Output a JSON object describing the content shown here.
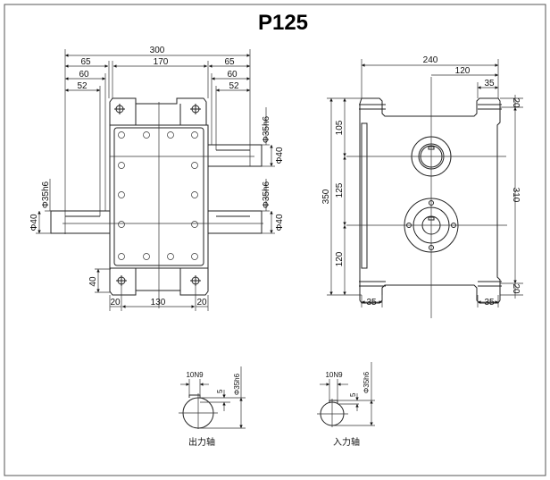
{
  "title": "P125",
  "front_view": {
    "dims": {
      "overall_width": "300",
      "left_overhang": "65",
      "body_width": "170",
      "right_overhang": "65",
      "left_60": "60",
      "right_60": "60",
      "left_52": "52",
      "right_52": "52",
      "upper_right_shaft_dia": "Φ35h6",
      "upper_right_shaft_collar": "Φ40",
      "left_shaft_dia": "Φ35h6",
      "left_shaft_collar": "Φ40",
      "lower_right_shaft_dia": "Φ35h6",
      "lower_right_shaft_collar": "Φ40",
      "foot_height": "40",
      "foot_left": "20",
      "foot_span": "130",
      "foot_right": "20"
    }
  },
  "side_view": {
    "dims": {
      "overall_width": "240",
      "half_width": "120",
      "foot_width_top": "35",
      "overall_height": "350",
      "top_to_output": "105",
      "shaft_distance": "125",
      "input_to_bottom": "120",
      "inner_height": "310",
      "flange_top": "20",
      "flange_bottom": "20",
      "foot_left_bottom": "35",
      "foot_right_bottom": "35"
    }
  },
  "shaft_sections": [
    {
      "label": "出力轴",
      "key": "10N9",
      "depth": "5",
      "dia": "Φ35h6"
    },
    {
      "label": "入力轴",
      "key": "10N9",
      "depth": "5",
      "dia": "Φ35h6"
    }
  ]
}
